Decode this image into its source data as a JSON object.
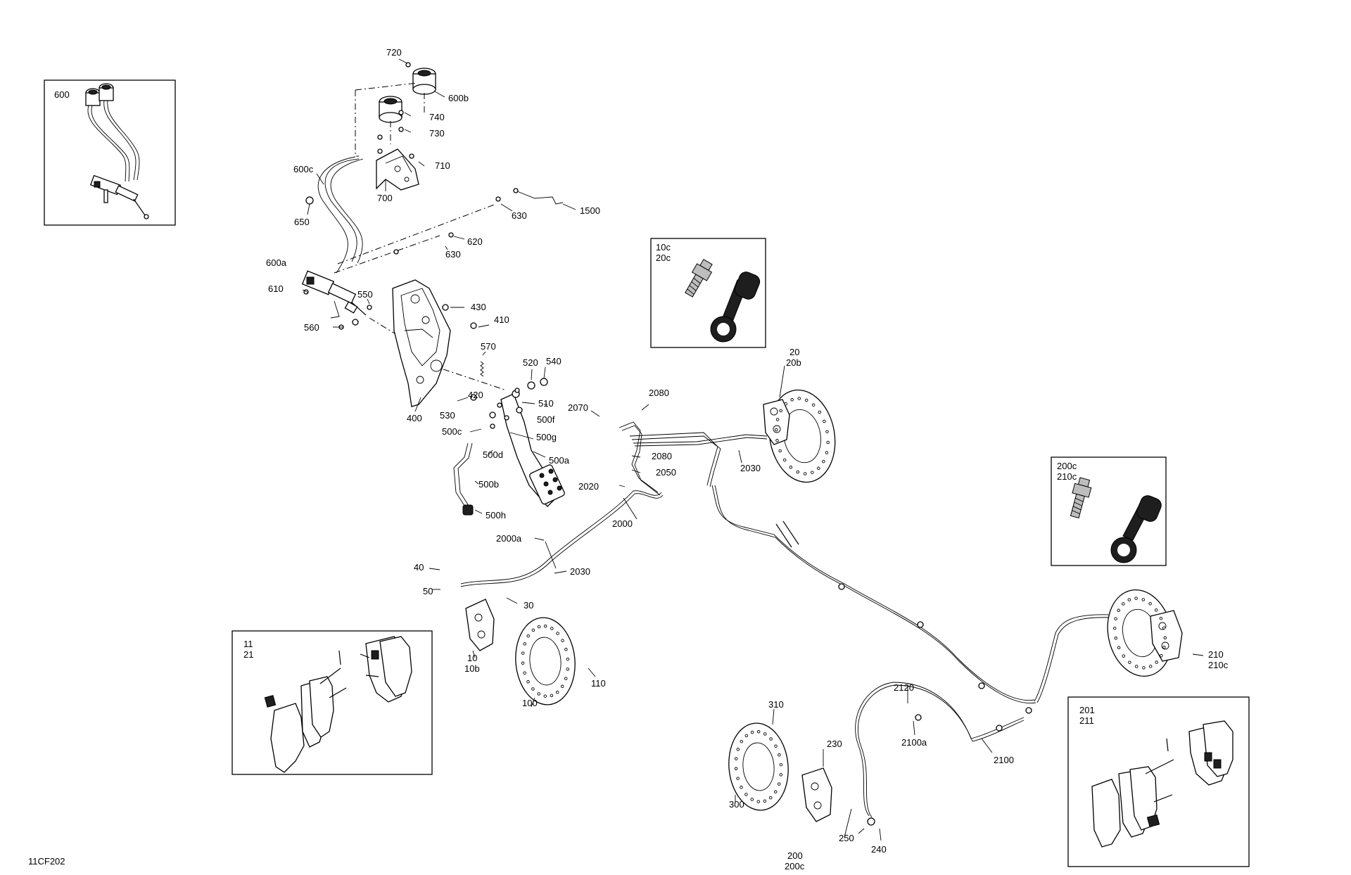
{
  "diagram_id": "11CF202",
  "insets": {
    "master_cylinder_assy": {
      "labels": [
        "600"
      ]
    },
    "bleeder_front": {
      "labels": [
        "10c",
        "20c"
      ]
    },
    "bleeder_rear": {
      "labels": [
        "200c",
        "210c"
      ]
    },
    "pads_front": {
      "labels": [
        "11",
        "21"
      ]
    },
    "pads_rear": {
      "labels": [
        "201",
        "211"
      ]
    }
  },
  "callouts": [
    "720",
    "600b",
    "740",
    "730",
    "710",
    "700",
    "600c",
    "650",
    "630",
    "1500",
    "620",
    "630",
    "600a",
    "610",
    "550",
    "560",
    "430",
    "410",
    "570",
    "520",
    "540",
    "400",
    "420",
    "510",
    "530",
    "500f",
    "500c",
    "500g",
    "500d",
    "500a",
    "500b",
    "500h",
    "20",
    "20b",
    "2070",
    "2080",
    "2080",
    "2050",
    "2030",
    "2020",
    "2000",
    "2000a",
    "2030",
    "40",
    "50",
    "30",
    "10",
    "10b",
    "100",
    "110",
    "210",
    "210c",
    "2120",
    "2100a",
    "2100",
    "310",
    "230",
    "300",
    "250",
    "240",
    "200",
    "200c"
  ]
}
